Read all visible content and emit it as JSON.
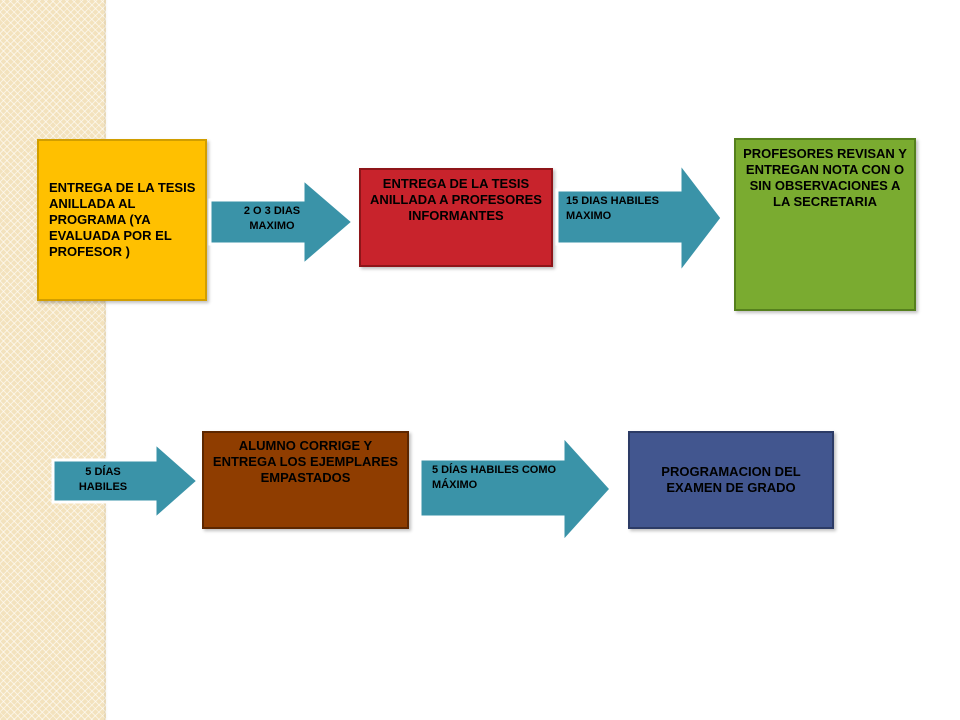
{
  "steps": {
    "s1": "ENTREGA DE LA TESIS ANILLADA AL PROGRAMA (YA EVALUADA POR EL PROFESOR )",
    "s2": "ENTREGA DE LA TESIS ANILLADA A PROFESORES INFORMANTES",
    "s3": "PROFESORES REVISAN Y ENTREGAN NOTA CON O SIN OBSERVACIONES A LA SECRETARIA",
    "s4": "ALUMNO  CORRIGE Y ENTREGA LOS EJEMPLARES EMPASTADOS",
    "s5": "PROGRAMACION DEL EXAMEN DE GRADO"
  },
  "arrows": {
    "a1": "2 O 3 DIAS MAXIMO",
    "a2": "15 DIAS HABILES MAXIMO",
    "a3": "5 DÍAS HABILES",
    "a4": "5 DÍAS HABILES COMO MÁXIMO"
  },
  "colors": {
    "step1": "#ffc000",
    "step2": "#c8232c",
    "step3": "#7aab30",
    "step4": "#8f3d00",
    "step5": "#42568f",
    "arrow": "#3a93a8",
    "sidebar": "#f3e2bd"
  }
}
